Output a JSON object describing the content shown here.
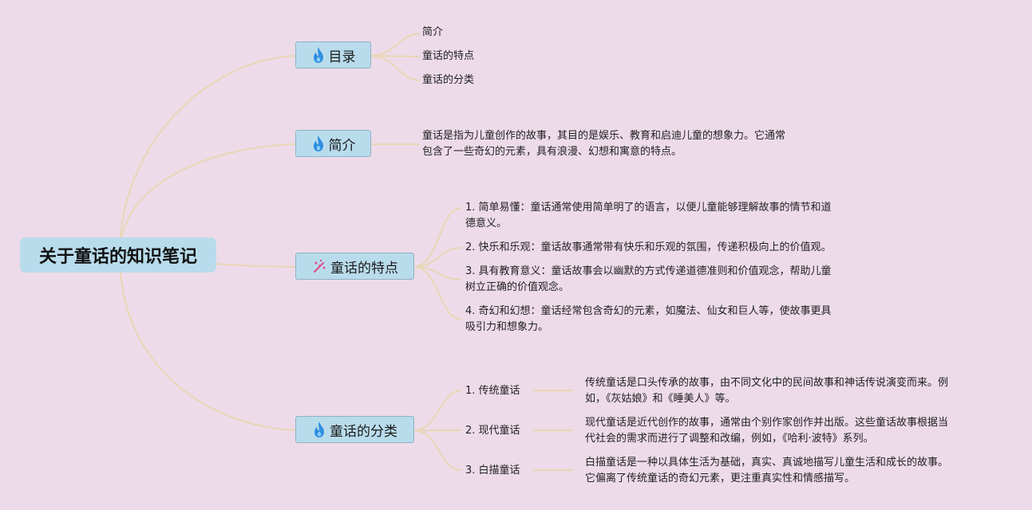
{
  "root": {
    "title": "关于童话的知识笔记"
  },
  "colors": {
    "background": "#eddbe9",
    "node_fill": "#b9dcec",
    "link": "#e9d6b5",
    "fire_icon": "#2f8fe0",
    "sparkle_icon": "#e04a86"
  },
  "branches": [
    {
      "label": "目录",
      "icon": "fire-icon",
      "items": [
        "简介",
        "童话的特点",
        "童话的分类"
      ]
    },
    {
      "label": "简介",
      "icon": "fire-icon",
      "text": "童话是指为儿童创作的故事，其目的是娱乐、教育和启迪儿童的想象力。它通常\n包含了一些奇幻的元素，具有浪漫、幻想和寓意的特点。"
    },
    {
      "label": "童话的特点",
      "icon": "sparkle-icon",
      "items": [
        "1. 简单易懂：童话通常使用简单明了的语言，以便儿童能够理解故事的情节和道\n德意义。",
        "2. 快乐和乐观：童话故事通常带有快乐和乐观的氛围，传递积极向上的价值观。",
        "3. 具有教育意义：童话故事会以幽默的方式传递道德准则和价值观念，帮助儿童\n树立正确的价值观念。",
        "4. 奇幻和幻想：童话经常包含奇幻的元素，如魔法、仙女和巨人等，使故事更具\n吸引力和想象力。"
      ]
    },
    {
      "label": "童话的分类",
      "icon": "fire-icon",
      "items": [
        {
          "label": "1. 传统童话",
          "desc": "传统童话是口头传承的故事，由不同文化中的民间故事和神话传说演变而来。例\n如，《灰姑娘》和《睡美人》等。"
        },
        {
          "label": "2. 现代童话",
          "desc": "现代童话是近代创作的故事，通常由个别作家创作并出版。这些童话故事根据当\n代社会的需求而进行了调整和改编，例如，《哈利·波特》系列。"
        },
        {
          "label": "3. 白描童话",
          "desc": "白描童话是一种以具体生活为基础，真实、真诚地描写儿童生活和成长的故事。\n它偏离了传统童话的奇幻元素，更注重真实性和情感描写。"
        }
      ]
    }
  ]
}
